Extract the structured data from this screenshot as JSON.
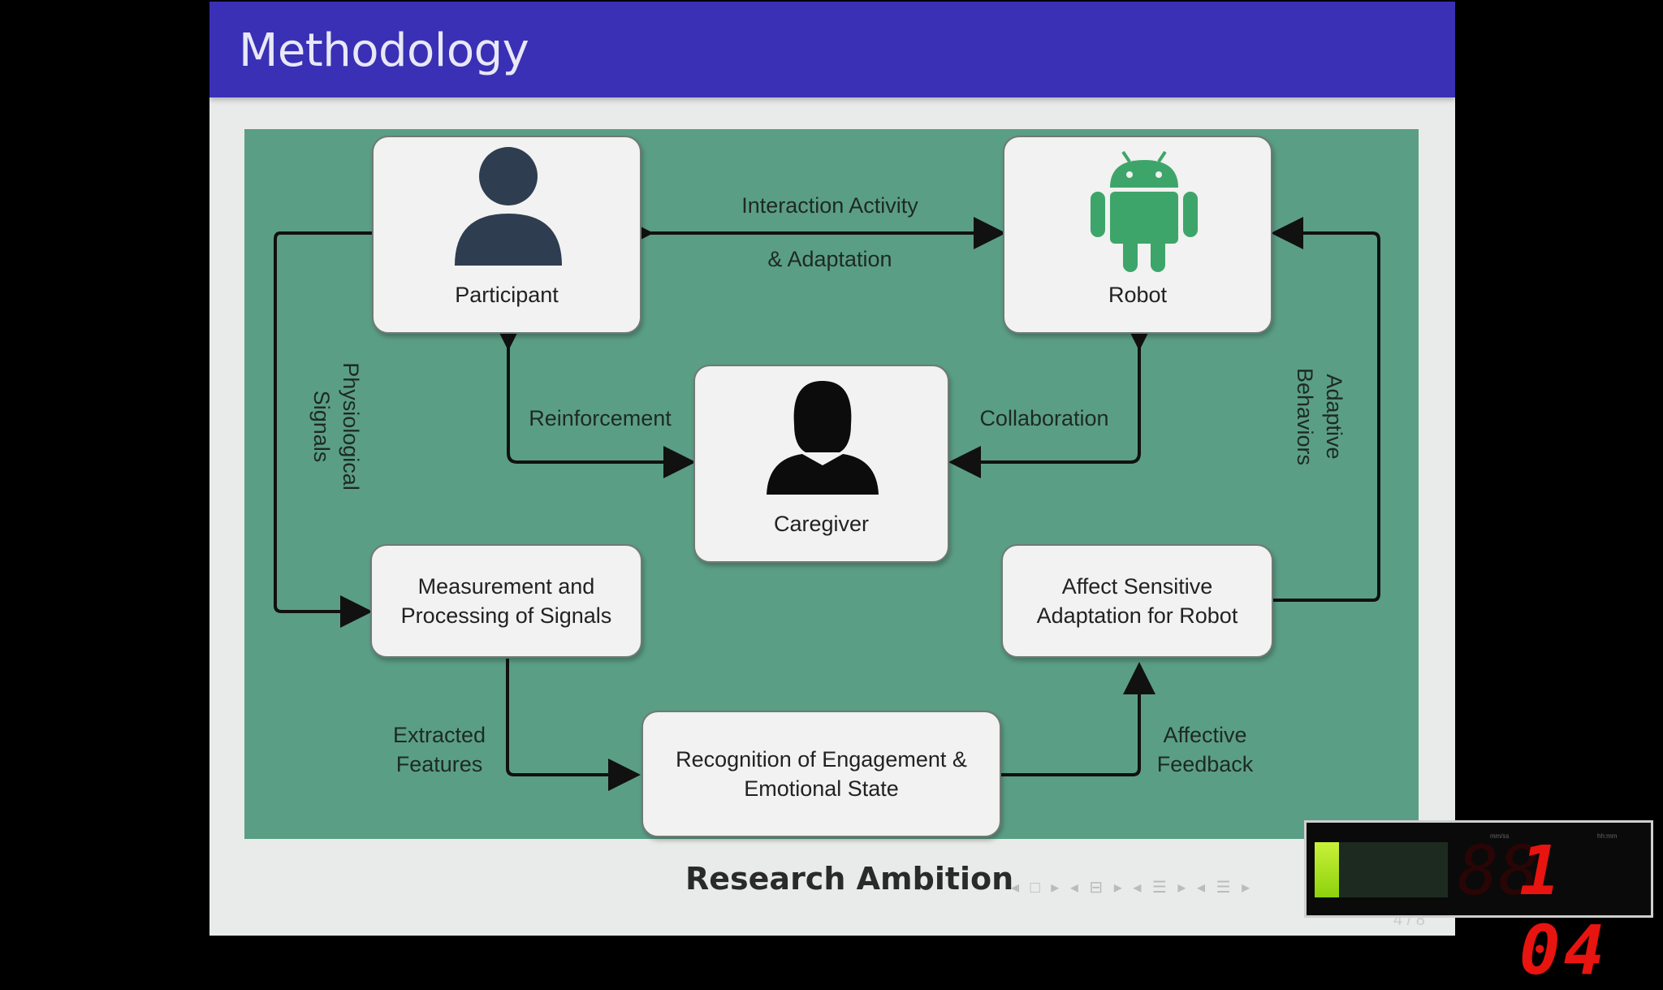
{
  "slide": {
    "title": "Methodology",
    "footer_title": "Research Ambition",
    "nav_symbols": "◂ □ ▸ ◂ ⊟ ▸ ◂ ☰ ▸ ◂ ☰ ▸",
    "page_number": "4 / 8"
  },
  "diagram": {
    "nodes": {
      "participant": "Participant",
      "robot": "Robot",
      "caregiver": "Caregiver",
      "measurement": [
        "Measurement and",
        "Processing of Signals"
      ],
      "affect_adaptation": [
        "Affect Sensitive",
        "Adaptation for Robot"
      ],
      "recognition": [
        "Recognition of Engagement &",
        "Emotional State"
      ]
    },
    "edges": {
      "interaction": [
        "Interaction Activity",
        "& Adaptation"
      ],
      "reinforcement": "Reinforcement",
      "collaboration": "Collaboration",
      "physiological": [
        "Physiological",
        "Signals"
      ],
      "adaptive": [
        "Adaptive",
        "Behaviors"
      ],
      "extracted": [
        "Extracted",
        "Features"
      ],
      "affective": [
        "Affective",
        "Feedback"
      ]
    },
    "colors": {
      "background": "#5b9e86",
      "node_fill": "#f1f2f1",
      "arrow": "#111111",
      "robot_icon": "#3ea56a",
      "person_icon": "#2e3d4f",
      "caregiver_icon": "#0c0c0c"
    }
  },
  "timer": {
    "display": "1 04",
    "ghost": "88",
    "level": 0.18,
    "small_left": "mm/ss",
    "small_right": "hh:mm"
  }
}
